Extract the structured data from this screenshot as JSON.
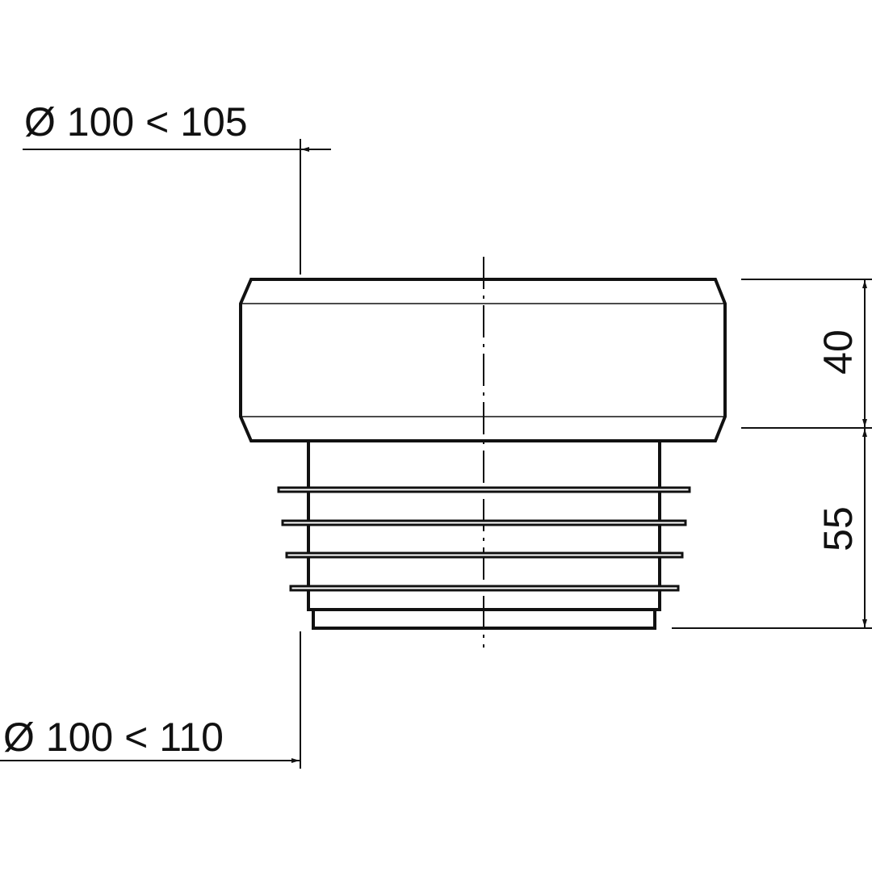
{
  "labels": {
    "top_diameter": "Ø 100 < 105",
    "bottom_diameter": "Ø 100 < 110",
    "height_upper": "40",
    "height_lower": "55"
  },
  "colors": {
    "line": "#111111",
    "background": "#ffffff"
  }
}
